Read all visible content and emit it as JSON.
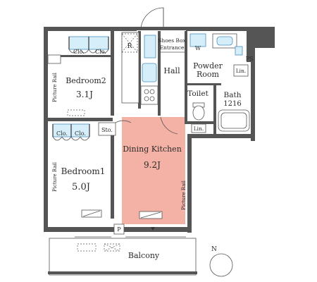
{
  "plan": {
    "rooms": {
      "bedroom2": {
        "name": "Bedroom2",
        "area": "3.1J"
      },
      "bedroom1": {
        "name": "Bedroom1",
        "area": "5.0J"
      },
      "dining_kitchen": {
        "name": "Dining Kitchen",
        "area": "9.2J"
      },
      "hall": "Hall",
      "powder_room_line1": "Powder",
      "powder_room_line2": "Room",
      "toilet": "Toilet",
      "bath": {
        "name": "Bath",
        "size": "1216"
      },
      "balcony": "Balcony"
    },
    "fixtures": {
      "closet": "Clo.",
      "storage": "Sto.",
      "linen": "Lin.",
      "pipe_space": "PS",
      "shoes_box": "Shoes Box",
      "entrance": "Entrance",
      "washer": "W",
      "refrigerator": "R",
      "picture_rail": "Picture Rail",
      "p_label": "P"
    },
    "compass": "N",
    "colors": {
      "dining_fill": "#f4b1a5",
      "fixture_blue": "#d6eefa",
      "wall": "#555555"
    }
  }
}
